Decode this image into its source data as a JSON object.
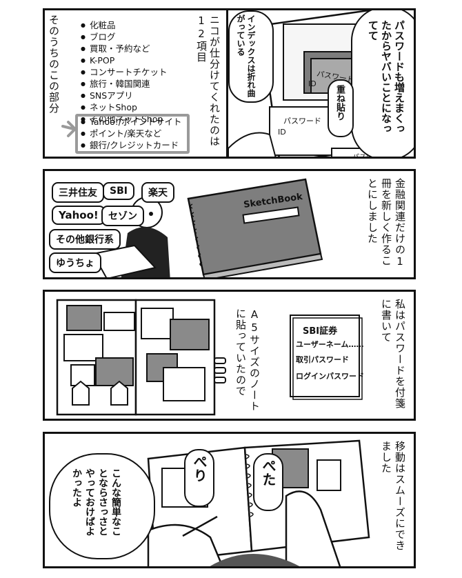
{
  "panel1": {
    "intro_caption": "ニコが仕分けてくれたのは12項目",
    "side_caption": "そのうちのこの部分",
    "categories": [
      "化粧品",
      "ブログ",
      "買取・予約など",
      "K-POP",
      "コンサートチケット",
      "旅行・韓国関連",
      "SNSアプリ",
      "ネットShop",
      "その他ネットShop"
    ],
    "highlighted": [
      "Yahoo!/ポイントサイト",
      "ポイント/楽天など",
      "銀行/クレジットカード"
    ],
    "bubble_passwords": "パスワードも増えまくったからヤバいことになってて",
    "bubble_index": "インデックスは折れ曲がっている",
    "bubble_overlap": "重ね貼り",
    "paper_label_1": "パスワード",
    "paper_label_2": "パスワード",
    "paper_label_3": "パスワード",
    "id_label_1": "ID",
    "id_label_2": "ID"
  },
  "panel2": {
    "caption": "金融関連だけの1冊を新しく作ることにしました",
    "book_title": "SketchBook",
    "tags": [
      "三井住友",
      "SBI",
      "楽天",
      "Yahoo!",
      "セゾン",
      "その他銀行系",
      "ゆうちょ"
    ]
  },
  "panel3": {
    "caption_1": "私はパスワードを付箋に書いて",
    "caption_2": "A5サイズのノートに貼っていたので",
    "note_title": "SBI証券",
    "note_lines": [
      "ユーザーネーム……",
      "取引パスワード",
      "ログインパスワード"
    ]
  },
  "panel4": {
    "caption": "移動はスムーズにできました",
    "sfx_peta": "ぺた",
    "sfx_peri": "ぺり",
    "bubble_text": "こんな簡単なことならさっさとやっておけばよかったよ"
  }
}
